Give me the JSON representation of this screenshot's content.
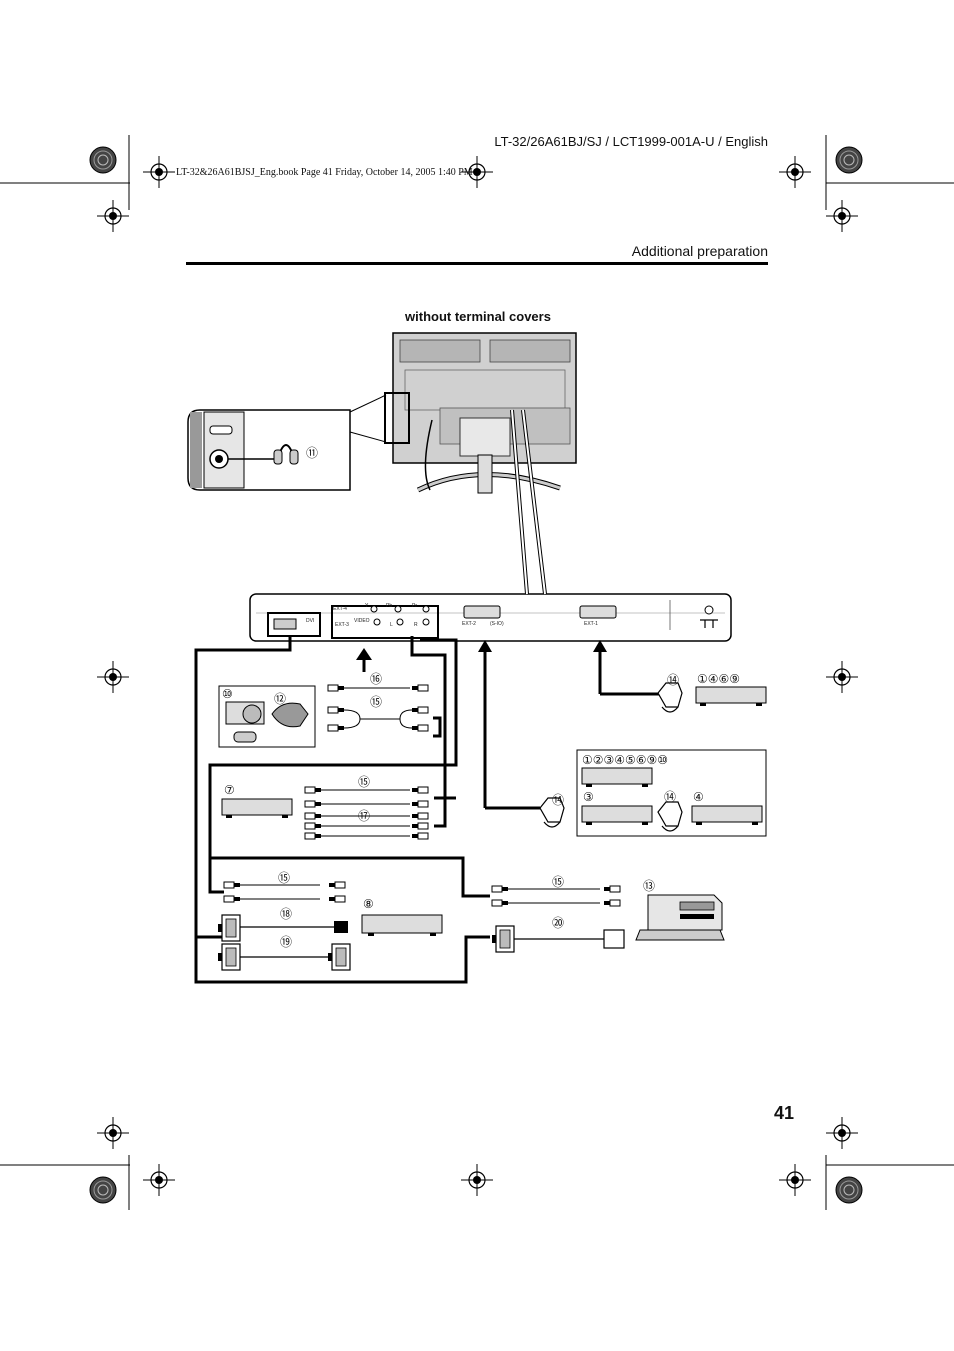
{
  "header": {
    "doc_ref": "LT-32/26A61BJ/SJ / LCT1999-001A-U / English",
    "book_line": "LT-32&26A61BJSJ_Eng.book  Page 41  Friday, October 14, 2005  1:40 PM",
    "section_title": "Additional preparation"
  },
  "figure": {
    "caption": "without terminal covers"
  },
  "callouts": {
    "headphones": "⑪",
    "hdd_recorder": "⑩",
    "camcorder": "⑫",
    "scart_top": "⑭",
    "scart_top_devices": "①④⑥⑨",
    "av_cable_1": "⑯",
    "av_cable_2": "⑮",
    "device_7": "⑦",
    "av_cable_3": "⑮",
    "av_cable_4": "⑰",
    "av_cable_5": "⑮",
    "dvi_cable": "⑱",
    "dvi_cable_2": "⑲",
    "device_8": "⑧",
    "pc_av_cable": "⑮",
    "pc_rgb_cable": "⑳",
    "pc": "⑬",
    "ext2_devices_top": "①②③④⑤⑥⑨⑩",
    "ext2_scart": "⑭",
    "ext2_device_3": "③",
    "ext2_scart_2": "⑭",
    "ext2_device_4": "④"
  },
  "panel_labels": {
    "ext4": "EXT-4",
    "y": "Y",
    "pb": "Pb",
    "pr": "Pr",
    "ext3": "EXT-3",
    "video": "VIDEO",
    "l": "L",
    "r": "R",
    "dvi": "DVI",
    "ext2": "EXT-2",
    "ext2_note": "(S-IO)",
    "ext1": "EXT-1"
  },
  "page_number": "41"
}
